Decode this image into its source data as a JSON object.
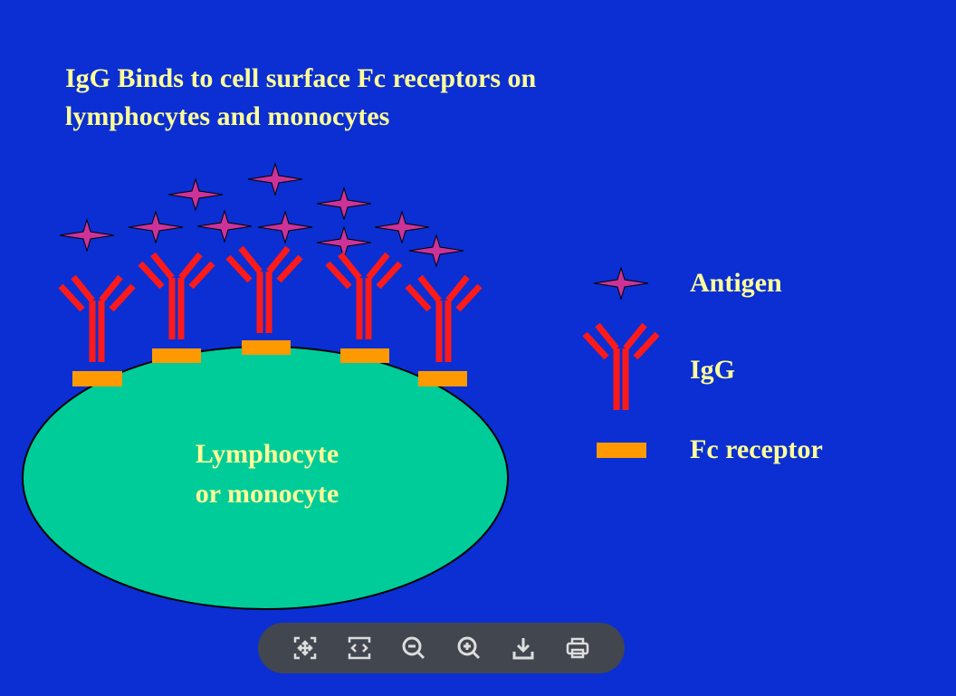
{
  "slide": {
    "title_line1": "IgG Binds to cell surface Fc receptors on",
    "title_line2": "lymphocytes and monocytes",
    "cell_label_line1": "Lymphocyte",
    "cell_label_line2": "or monocyte"
  },
  "legend": {
    "antigen": "Antigen",
    "igg": "IgG",
    "fc_receptor": "Fc receptor"
  },
  "colors": {
    "background": "#0b2fd2",
    "text": "#ffff99",
    "antibody": "#ff1a1a",
    "receptor": "#ff9900",
    "cell": "#00cc99",
    "antigen": "#cc3399"
  },
  "toolbar": {
    "icons": [
      "fit-screen-icon",
      "fit-width-icon",
      "zoom-out-icon",
      "zoom-in-icon",
      "download-icon",
      "print-icon"
    ]
  }
}
